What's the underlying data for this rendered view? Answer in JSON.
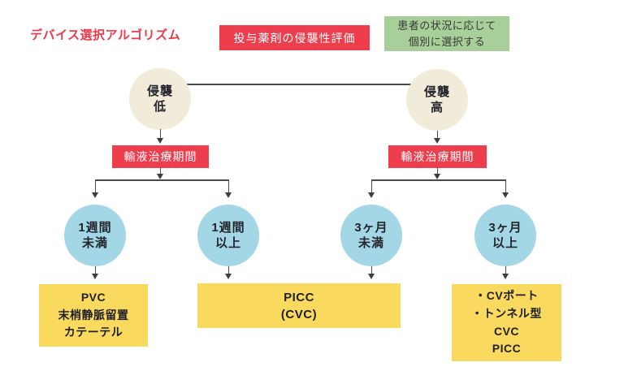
{
  "title": {
    "text": "デバイス選択アルゴリズム"
  },
  "header": {
    "assessment_box": "投与薬剤の侵襲性評価",
    "note_box": [
      "患者の状況に応じて",
      "個別に選択する"
    ]
  },
  "nodes": {
    "invasion_low": [
      "侵襲",
      "低"
    ],
    "invasion_high": [
      "侵襲",
      "高"
    ],
    "period_left": "輸液治療期間",
    "period_right": "輸液治療期間",
    "week_under": [
      "1週間",
      "未満"
    ],
    "week_over": [
      "1週間",
      "以上"
    ],
    "month3_under": [
      "3ヶ月",
      "未満"
    ],
    "month3_over": [
      "3ヶ月",
      "以上"
    ],
    "result_pvc": [
      "PVC",
      "末梢静脈留置",
      "カテーテル"
    ],
    "result_picc": [
      "PICC",
      "(CVC)"
    ],
    "result_cvport": [
      "・CVポート",
      "・トンネル型",
      "CVC",
      "PICC"
    ]
  },
  "colors": {
    "accent_red": "#ee3e4e",
    "note_green": "#a8cf9a",
    "circle_beige": "#f1ecda",
    "circle_blue": "#a3d7e6",
    "result_yellow": "#f9da5e",
    "text_dark": "#1f1f28",
    "line": "#4a4a4a",
    "background": "#ffffff"
  }
}
